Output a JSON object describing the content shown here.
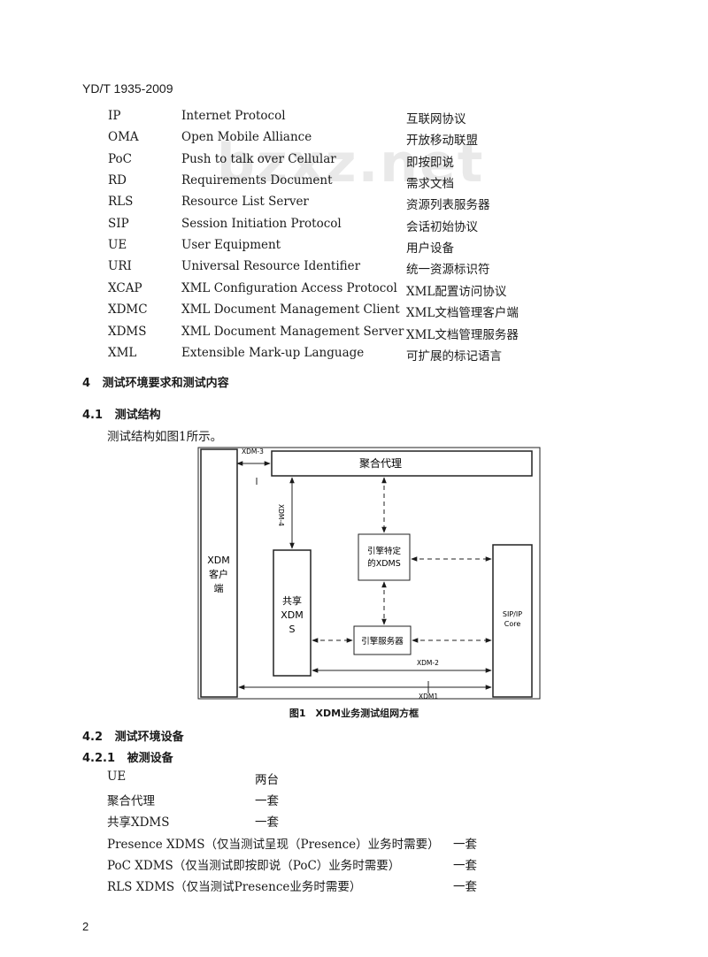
{
  "header": {
    "doc_code": "YD/T 1935-2009"
  },
  "watermark": "bzxz.net",
  "abbreviations": [
    {
      "abbr": "IP",
      "en": "Internet Protocol",
      "zh": "互联网协议"
    },
    {
      "abbr": "OMA",
      "en": "Open Mobile Alliance",
      "zh": "开放移动联盟"
    },
    {
      "abbr": "PoC",
      "en": "Push to talk over Cellular",
      "zh": "即按即说"
    },
    {
      "abbr": "RD",
      "en": "Requirements Document",
      "zh": "需求文档"
    },
    {
      "abbr": "RLS",
      "en": "Resource List Server",
      "zh": "资源列表服务器"
    },
    {
      "abbr": "SIP",
      "en": "Session Initiation Protocol",
      "zh": "会话初始协议"
    },
    {
      "abbr": "UE",
      "en": "User Equipment",
      "zh": "用户设备"
    },
    {
      "abbr": "URI",
      "en": "Universal Resource Identifier",
      "zh": "统一资源标识符"
    },
    {
      "abbr": "XCAP",
      "en": "XML Configuration Access Protocol",
      "zh": "XML配置访问协议"
    },
    {
      "abbr": "XDMC",
      "en": "XML Document Management Client",
      "zh": "XML文档管理客户端"
    },
    {
      "abbr": "XDMS",
      "en": "XML Document Management Server",
      "zh": "XML文档管理服务器"
    },
    {
      "abbr": "XML",
      "en": "Extensible Mark-up Language",
      "zh": "可扩展的标记语言"
    }
  ],
  "section4": {
    "number": "4",
    "title": "测试环境要求和测试内容"
  },
  "section41": {
    "number": "4.1",
    "title": "测试结构",
    "body": "测试结构如图1所示。"
  },
  "figure": {
    "caption": "图1　XDM业务测试组网方框",
    "boxes": {
      "xdm_client": [
        "XDM",
        "客户",
        "端"
      ],
      "aggregation_proxy": "聚合代理",
      "shared_xdms": [
        "共享",
        "XDM",
        "S"
      ],
      "enabler_xdms": [
        "引擎特定",
        "的XDMS"
      ],
      "enabler_server": "引擎服务器",
      "sip_core": [
        "SIP/IP",
        "Core"
      ]
    },
    "links": {
      "xdm3": "XDM-3",
      "xdm4": "XDM-4",
      "xdm2": "XDM-2",
      "xdm1": "XDM1"
    }
  },
  "section42": {
    "number": "4.2",
    "title": "测试环境设备"
  },
  "section421": {
    "number": "4.2.1",
    "title": "被测设备"
  },
  "equipment": [
    {
      "item": "UE",
      "qty": "两台"
    },
    {
      "item": "聚合代理",
      "qty": "一套"
    },
    {
      "item": "共享XDMS",
      "qty": "一套"
    },
    {
      "item": "Presence XDMS（仅当测试呈现（Presence）业务时需要）",
      "qty": "一套"
    },
    {
      "item": "PoC XDMS（仅当测试即按即说（PoC）业务时需要）",
      "qty": "一套"
    },
    {
      "item": "RLS XDMS（仅当测试Presence业务时需要）",
      "qty": "一套"
    }
  ],
  "page_number": "2"
}
